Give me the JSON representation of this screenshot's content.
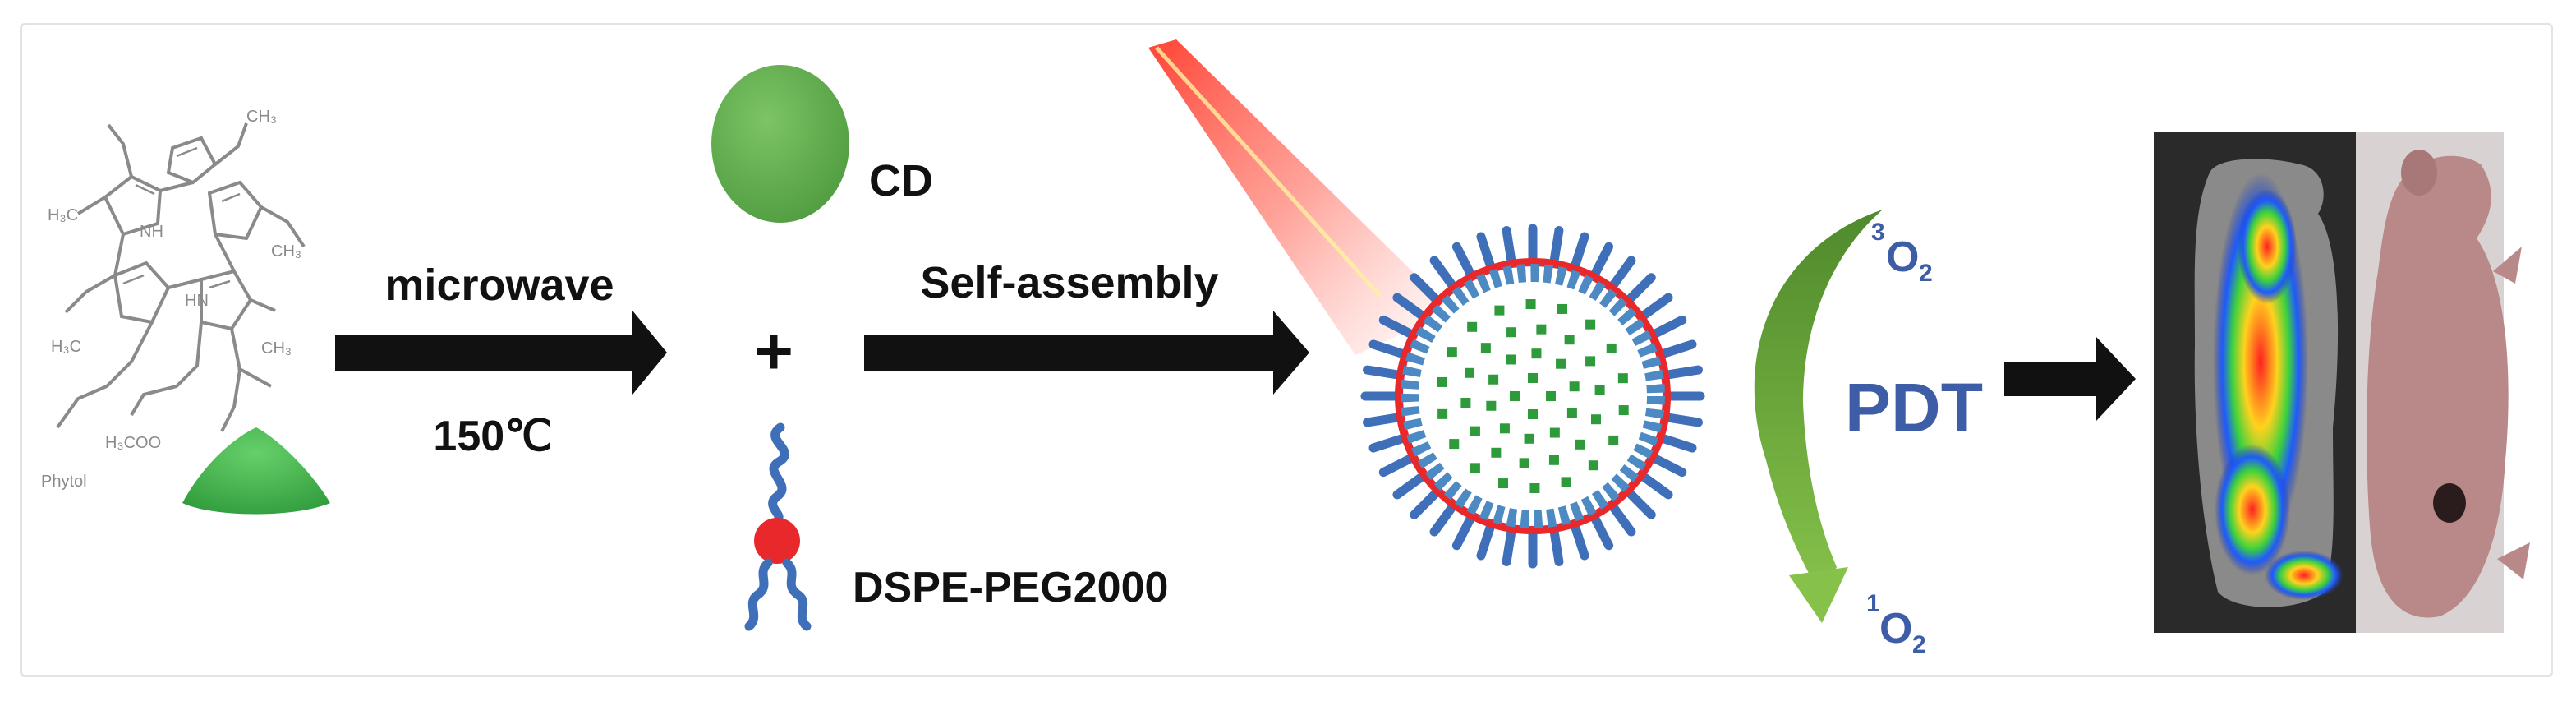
{
  "step1": {
    "label_top": "microwave",
    "label_bottom": "150℃"
  },
  "step2": {
    "label_top": "Self-assembly"
  },
  "components": {
    "cd_label": "CD",
    "plus": "+",
    "lipid_label": "DSPE-PEG2000"
  },
  "molecule": {
    "sub_ch3_top": "CH₃",
    "sub_ch3_right": "CH₃",
    "sub_h3c_left": "H₃C",
    "sub_h3c_left2": "H₃C",
    "sub_ch3_mid": "CH₃",
    "sub_nh_top": "NH",
    "sub_hn_bottom": "HN",
    "sub_ester": "H₃COO",
    "sub_phytol": "Phytol"
  },
  "cycle": {
    "triplet_sup": "3",
    "triplet_main": "O",
    "triplet_sub": "2",
    "center": "PDT",
    "singlet_sup": "1",
    "singlet_main": "O",
    "singlet_sub": "2"
  },
  "colors": {
    "cd_green": "#5aa84a",
    "powder_green": "#3fb34a",
    "lipid_red": "#e8282a",
    "lipid_blue": "#3f6fb8",
    "membrane_blue": "#4d8ac4",
    "dot_green": "#2e9a3a",
    "pdt_blue": "#3d5ea6",
    "arc_green": "#6aa23a",
    "arrow_black": "#111111"
  }
}
